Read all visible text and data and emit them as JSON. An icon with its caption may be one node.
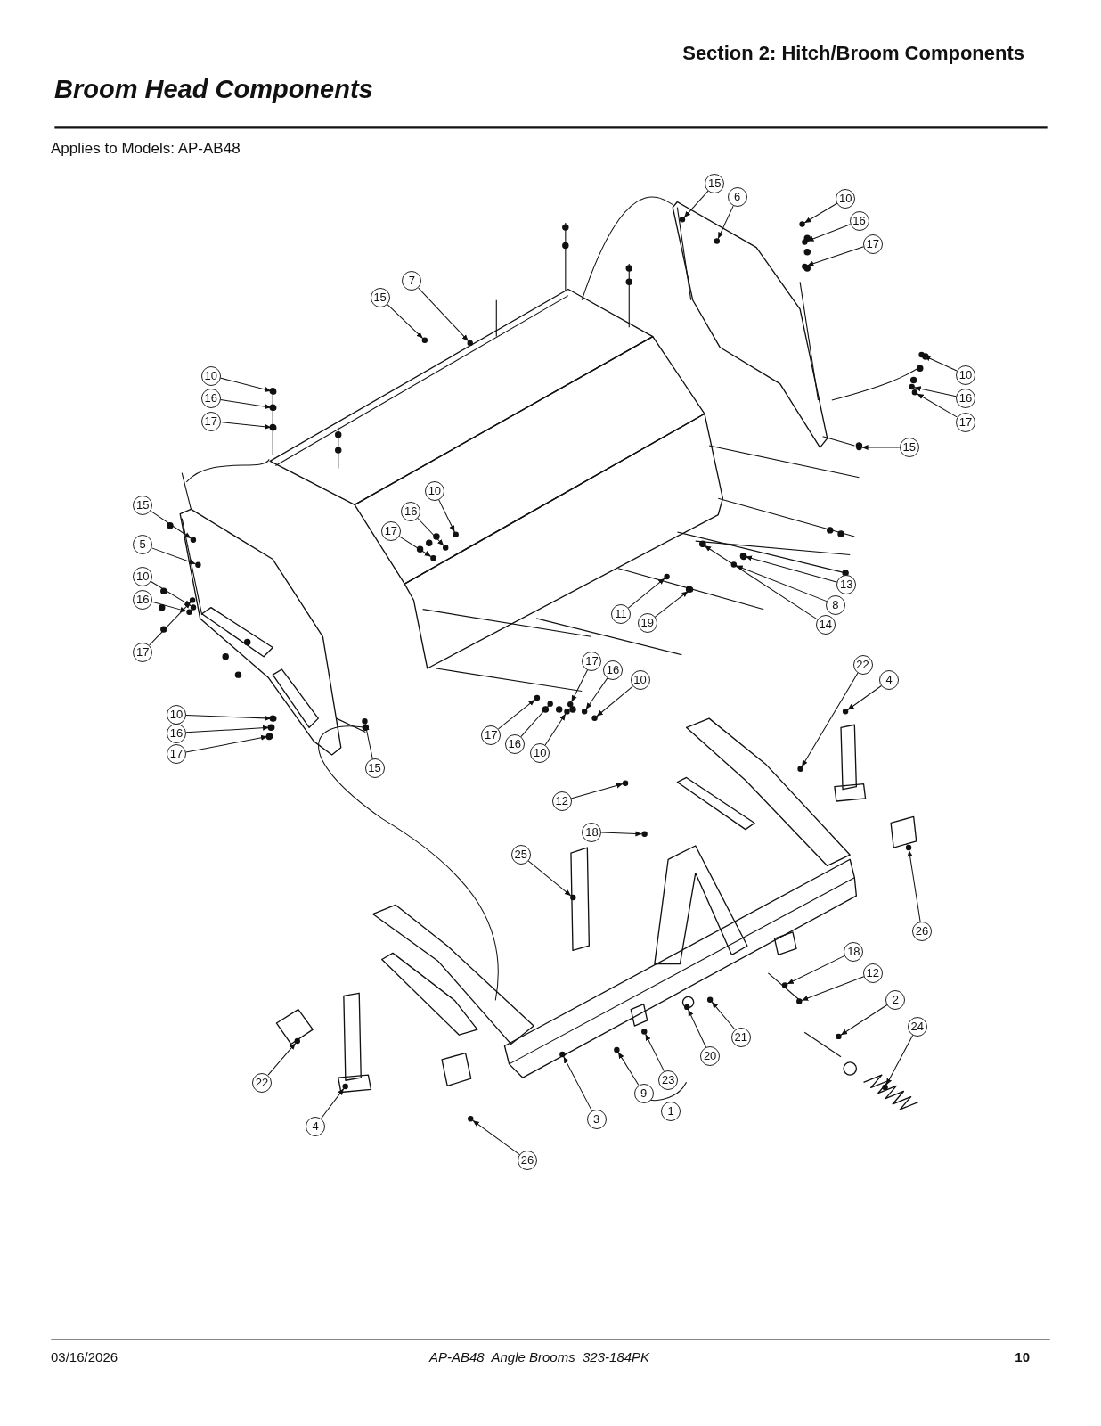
{
  "diagram": {
    "title": "Broom Head Components",
    "nodes": [
      {
        "text": [
          "15"
        ]
      },
      {
        "text": [
          "6"
        ]
      },
      {
        "text": [
          "10"
        ]
      },
      {
        "text": [
          "16"
        ]
      },
      {
        "text": [
          "17"
        ]
      },
      {
        "text": [
          "7"
        ]
      },
      {
        "text": [
          "15"
        ]
      },
      {
        "text": [
          "10"
        ]
      },
      {
        "text": [
          "16"
        ]
      },
      {
        "text": [
          "17"
        ]
      },
      {
        "text": [
          "15"
        ]
      },
      {
        "text": [
          "10"
        ]
      },
      {
        "text": [
          "16"
        ]
      },
      {
        "text": [
          "17"
        ]
      },
      {
        "text": [
          "10"
        ]
      },
      {
        "text": [
          "16"
        ]
      },
      {
        "text": [
          "17"
        ]
      },
      {
        "text": [
          "15"
        ]
      },
      {
        "text": [
          "5"
        ]
      },
      {
        "text": [
          "10"
        ]
      },
      {
        "text": [
          "16"
        ]
      },
      {
        "text": [
          "17"
        ]
      },
      {
        "text": [
          "13"
        ]
      },
      {
        "text": [
          "8"
        ]
      },
      {
        "text": [
          "11"
        ]
      },
      {
        "text": [
          "19"
        ]
      },
      {
        "text": [
          "14"
        ]
      },
      {
        "text": [
          "22"
        ]
      },
      {
        "text": [
          "4"
        ]
      },
      {
        "text": [
          "17"
        ]
      },
      {
        "text": [
          "16"
        ]
      },
      {
        "text": [
          "10"
        ]
      },
      {
        "text": [
          "10"
        ]
      },
      {
        "text": [
          "16"
        ]
      },
      {
        "text": [
          "17"
        ]
      },
      {
        "text": [
          "17"
        ]
      },
      {
        "text": [
          "16"
        ]
      },
      {
        "text": [
          "10"
        ]
      },
      {
        "text": [
          "15"
        ]
      },
      {
        "text": [
          "12"
        ]
      },
      {
        "text": [
          "18"
        ]
      },
      {
        "text": [
          "25"
        ]
      },
      {
        "text": [
          "26"
        ]
      },
      {
        "text": [
          "18"
        ]
      },
      {
        "text": [
          "12"
        ]
      },
      {
        "text": [
          "2"
        ]
      },
      {
        "text": [
          "24"
        ]
      },
      {
        "text": [
          "21"
        ]
      },
      {
        "text": [
          "20"
        ]
      },
      {
        "text": [
          "22"
        ]
      },
      {
        "text": [
          "3"
        ]
      },
      {
        "text": [
          "9"
        ]
      },
      {
        "text": [
          "23"
        ]
      },
      {
        "text": [
          "4"
        ]
      },
      {
        "text": [
          "26"
        ]
      }
    ],
    "edges": [
      {
        "from": 0,
        "to": null,
        "arrow": "to"
      },
      {
        "from": 1,
        "to": null,
        "arrow": "to"
      },
      {
        "from": 2,
        "to": null,
        "arrow": "to"
      },
      {
        "from": 3,
        "to": null,
        "arrow": "to"
      },
      {
        "from": 4,
        "to": null,
        "arrow": "to"
      },
      {
        "from": 5,
        "to": null,
        "arrow": "to"
      },
      {
        "from": 6,
        "to": null,
        "arrow": "to"
      },
      {
        "from": 7,
        "to": null,
        "arrow": "to"
      },
      {
        "from": 8,
        "to": null,
        "arrow": "to"
      },
      {
        "from": 9,
        "to": null,
        "arrow": "to"
      },
      {
        "from": 10,
        "to": null,
        "arrow": "to"
      },
      {
        "from": 11,
        "to": null,
        "arrow": "to"
      },
      {
        "from": 12,
        "to": null,
        "arrow": "to"
      },
      {
        "from": 13,
        "to": null,
        "arrow": "to"
      },
      {
        "from": 14,
        "to": null,
        "arrow": "to"
      },
      {
        "from": 15,
        "to": null,
        "arrow": "to"
      },
      {
        "from": 16,
        "to": null,
        "arrow": "to"
      },
      {
        "from": 17,
        "to": null,
        "arrow": "to"
      },
      {
        "from": 18,
        "to": null,
        "arrow": "to"
      },
      {
        "from": 19,
        "to": null,
        "arrow": "to"
      },
      {
        "from": 20,
        "to": null,
        "arrow": "to"
      },
      {
        "from": 21,
        "to": null,
        "arrow": "to"
      },
      {
        "from": 22,
        "to": null,
        "arrow": "to"
      },
      {
        "from": 23,
        "to": null,
        "arrow": "to"
      },
      {
        "from": 24,
        "to": null,
        "arrow": "to"
      },
      {
        "from": 25,
        "to": null,
        "arrow": "to"
      },
      {
        "from": 26,
        "to": null,
        "arrow": "to"
      },
      {
        "from": 27,
        "to": null,
        "arrow": "to"
      },
      {
        "from": 28,
        "to": null,
        "arrow": "to"
      },
      {
        "from": 29,
        "to": null,
        "arrow": "to"
      },
      {
        "from": 30,
        "to": null,
        "arrow": "to"
      },
      {
        "from": 31,
        "to": null,
        "arrow": "to"
      },
      {
        "from": 32,
        "to": null,
        "arrow": "to"
      },
      {
        "from": 33,
        "to": null,
        "arrow": "to"
      },
      {
        "from": 34,
        "to": null,
        "arrow": "to"
      },
      {
        "from": 35,
        "to": null,
        "arrow": "to"
      },
      {
        "from": 36,
        "to": null,
        "arrow": "to"
      },
      {
        "from": 37,
        "to": null,
        "arrow": "to"
      },
      {
        "from": 38,
        "to": null,
        "arrow": "to"
      },
      {
        "from": 39,
        "to": null,
        "arrow": "to"
      },
      {
        "from": 40,
        "to": null,
        "arrow": "to"
      },
      {
        "from": 41,
        "to": null,
        "arrow": "to"
      },
      {
        "from": 42,
        "to": null,
        "arrow": "to"
      },
      {
        "from": 43,
        "to": null,
        "arrow": "to"
      },
      {
        "from": 44,
        "to": null,
        "arrow": "to"
      },
      {
        "from": 45,
        "to": null,
        "arrow": "to"
      },
      {
        "from": 46,
        "to": null,
        "arrow": "to"
      },
      {
        "from": 47,
        "to": null,
        "arrow": "to"
      },
      {
        "from": 48,
        "to": null,
        "arrow": "to"
      },
      {
        "from": 49,
        "to": null,
        "arrow": "to"
      },
      {
        "from": 50,
        "to": null,
        "arrow": "to"
      },
      {
        "from": 51,
        "to": null,
        "arrow": "to"
      },
      {
        "from": 52,
        "to": null,
        "arrow": "to"
      },
      {
        "from": 53,
        "to": null,
        "arrow": "to"
      },
      {
        "from": 54,
        "to": null,
        "arrow": "to"
      }
    ],
    "labels": [
      "Section 2: Hitch/Broom Components",
      "Applies to Models: AP-AB48",
      "1",
      "03/16/2026",
      "AP-AB48  Angle Brooms  323-184PK",
      "10"
    ]
  }
}
